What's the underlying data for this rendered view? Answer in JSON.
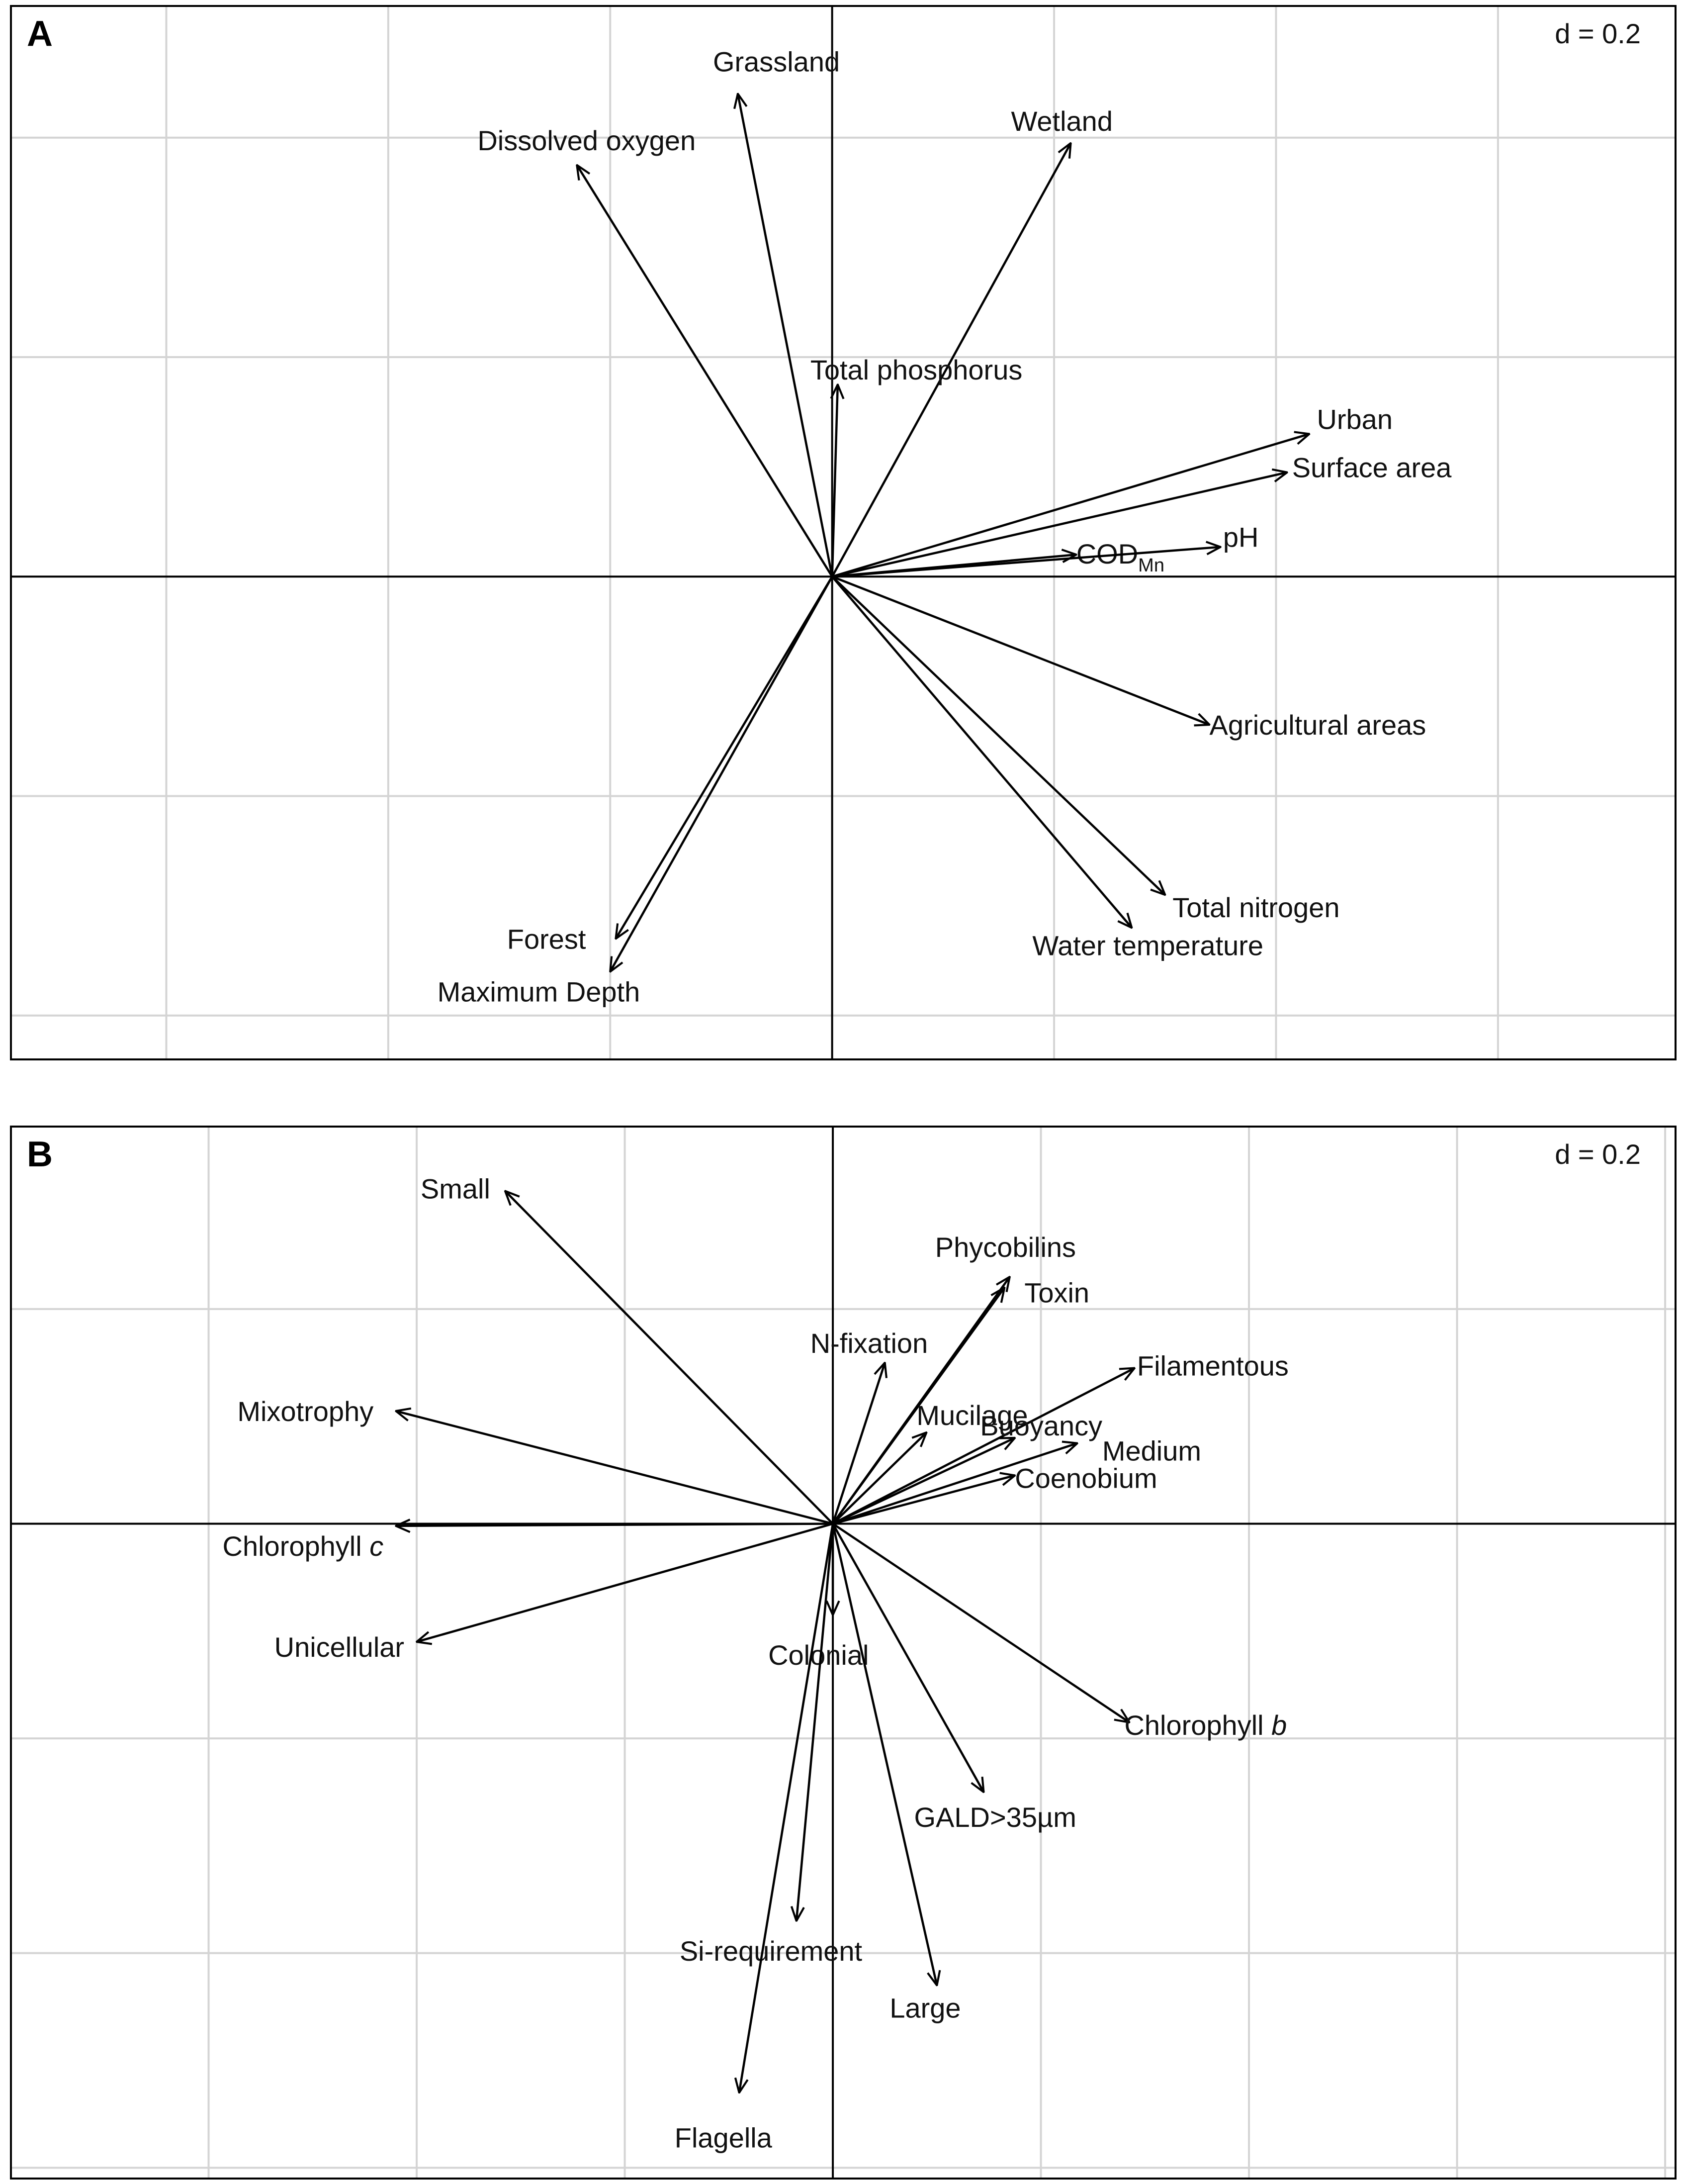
{
  "chart_data": [
    {
      "type": "biplot",
      "panel": "A",
      "scale_label": "d = 0.2",
      "grid_step": 0.2,
      "xlim": [
        -0.74,
        0.76
      ],
      "ylim": [
        -0.44,
        0.52
      ],
      "vectors": [
        {
          "name": "Grassland",
          "x": -0.085,
          "y": 0.44
        },
        {
          "name": "Dissolved oxygen",
          "x": -0.23,
          "y": 0.375
        },
        {
          "name": "Wetland",
          "x": 0.215,
          "y": 0.395
        },
        {
          "name": "Total phosphorus",
          "x": 0.005,
          "y": 0.175
        },
        {
          "name": "Urban",
          "x": 0.43,
          "y": 0.13
        },
        {
          "name": "Surface area",
          "x": 0.41,
          "y": 0.095
        },
        {
          "name": "COD",
          "sub": "Mn",
          "x": 0.22,
          "y": 0.02
        },
        {
          "name": "pH",
          "x": 0.35,
          "y": 0.027
        },
        {
          "name": "Agricultural areas",
          "x": 0.34,
          "y": -0.135
        },
        {
          "name": "Total nitrogen",
          "x": 0.3,
          "y": -0.29
        },
        {
          "name": "Water temperature",
          "x": 0.27,
          "y": -0.32
        },
        {
          "name": "Forest",
          "x": -0.195,
          "y": -0.33
        },
        {
          "name": "Maximum Depth",
          "x": -0.2,
          "y": -0.36
        }
      ]
    },
    {
      "type": "biplot",
      "panel": "B",
      "scale_label": "d = 0.2",
      "grid_step": 0.2,
      "xlim": [
        -0.79,
        0.81
      ],
      "ylim": [
        -0.61,
        0.37
      ],
      "vectors": [
        {
          "name": "Small",
          "x": -0.315,
          "y": 0.31
        },
        {
          "name": "Phycobilins",
          "x": 0.17,
          "y": 0.23
        },
        {
          "name": "Toxin",
          "x": 0.165,
          "y": 0.22
        },
        {
          "name": "N-fixation",
          "x": 0.05,
          "y": 0.15
        },
        {
          "name": "Filamentous",
          "x": 0.29,
          "y": 0.145
        },
        {
          "name": "Mucilage",
          "x": 0.09,
          "y": 0.085
        },
        {
          "name": "Buoyancy",
          "x": 0.175,
          "y": 0.08
        },
        {
          "name": "Medium",
          "x": 0.235,
          "y": 0.075
        },
        {
          "name": "Coenobium",
          "x": 0.175,
          "y": 0.045
        },
        {
          "name": "Mixotrophy",
          "x": -0.42,
          "y": 0.105
        },
        {
          "name": "Chlorophyll",
          "ital": "c",
          "x": -0.42,
          "y": -0.002
        },
        {
          "name": "Unicellular",
          "x": -0.4,
          "y": -0.11
        },
        {
          "name": "Colonial",
          "x": 0.0,
          "y": -0.085
        },
        {
          "name": "Chlorophyll",
          "ital": "b",
          "x": 0.285,
          "y": -0.185
        },
        {
          "name": "GALD>35µm",
          "x": 0.145,
          "y": -0.25
        },
        {
          "name": "Si-requirement",
          "x": -0.035,
          "y": -0.37
        },
        {
          "name": "Large",
          "x": 0.1,
          "y": -0.43
        },
        {
          "name": "Flagella",
          "x": -0.09,
          "y": -0.53
        }
      ]
    }
  ]
}
